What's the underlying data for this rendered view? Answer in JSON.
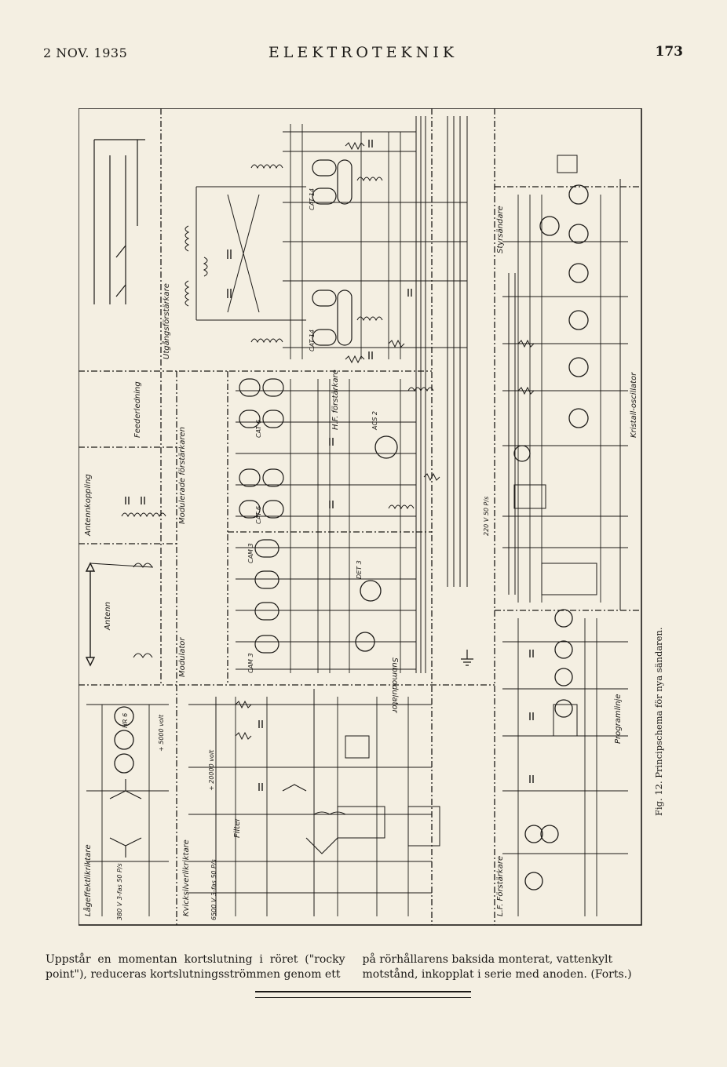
{
  "header": {
    "date": "2 NOV. 1935",
    "journal": "ELEKTROTEKNIK",
    "page_number": "173"
  },
  "figure": {
    "caption": "Fig. 12. Principschema för nya sändaren.",
    "section_labels": {
      "antenna": "Antenn",
      "antenna_coupling": "Antennkoppling",
      "feeder": "Feederledning",
      "output_amplifier": "Utgångsförstärkare",
      "modulated_amplifier": "Modulerade förstärkaren",
      "modulator": "Modulator",
      "hf_amplifier": "H.F. förstärkare",
      "control_transmitter": "Styrsändare",
      "crystal_oscillator": "Kristall-oscillator",
      "lf_amplifier": "L.F. Förstärkare",
      "low_voltage_rectifier": "Lågeffektlikriktare",
      "mercury_rectifier": "Kvicksilverlikriktare",
      "submodulator": "Submodulator",
      "program_line": "Programlinje",
      "filter": "Filter"
    },
    "tube_labels": {
      "cat14": "CAT 14",
      "cat6": "CAT 6",
      "cat3": "CAM 3",
      "acs2": "ACS 2",
      "det3": "DET 3",
      "hr6": "HR 6"
    },
    "voltage_labels": {
      "v20000": "+ 20000 volt",
      "v5000": "+ 5000 volt",
      "v220": "220 V 50 P/s",
      "v6500": "6500 V 3-fas 50 P/s",
      "v380": "380 V 3-fas 50 P/s"
    }
  },
  "body": {
    "col1": "Uppstår en momentan kortslutning i röret (\"rocky point\"), reduceras kortslutningsströmmen genom ett",
    "col2": "på rörhållarens baksida monterat, vattenkylt motstånd, inkopplat i serie med anoden. (Forts.)"
  }
}
